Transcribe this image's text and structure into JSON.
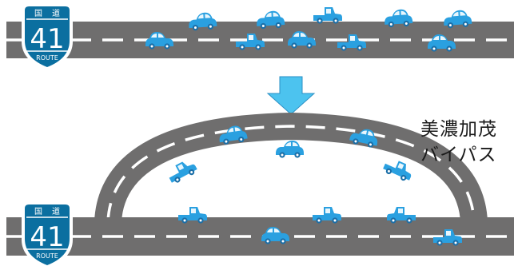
{
  "colors": {
    "road": "#6f6e6e",
    "lane_mark": "#ffffff",
    "car": "#2aa0e0",
    "car_dark": "#1b6fa8",
    "shield": "#0b6fa0",
    "arrow": "#4cc3ef"
  },
  "route_shield_top": {
    "kanji_left": "国",
    "kanji_right": "道",
    "number": "41",
    "label": "ROUTE"
  },
  "route_shield_bottom": {
    "kanji_left": "国",
    "kanji_right": "道",
    "number": "41",
    "label": "ROUTE"
  },
  "bypass_label": {
    "line1": "美濃加茂",
    "line2": "バイパス"
  },
  "icons": [
    "down-arrow-icon",
    "car-icon",
    "truck-icon",
    "route-shield-icon"
  ]
}
